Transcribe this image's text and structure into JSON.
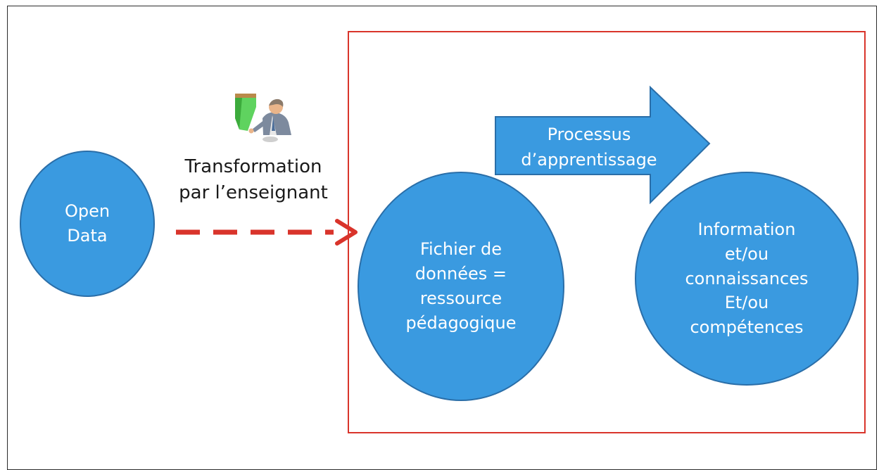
{
  "colors": {
    "node_fill": "#3a9ae0",
    "node_border": "#2a6ea8",
    "scope_box": "#d9342b",
    "dashed_arrow": "#d9342b",
    "text_dark": "#1a1a1a",
    "text_light": "#ffffff"
  },
  "nodes": {
    "open_data": "Open\nData",
    "fichier": "Fichier de\ndonnées =\nressource\npédagogique",
    "information": "Information\net/ou\nconnaissances\nEt/ou\ncompétences"
  },
  "edges": {
    "transformation": {
      "label": "Transformation\npar l’enseignant",
      "style": "dashed",
      "icon": "teacher-at-board-icon"
    },
    "process": {
      "label": "Processus\nd’apprentissage",
      "style": "block-arrow"
    }
  }
}
